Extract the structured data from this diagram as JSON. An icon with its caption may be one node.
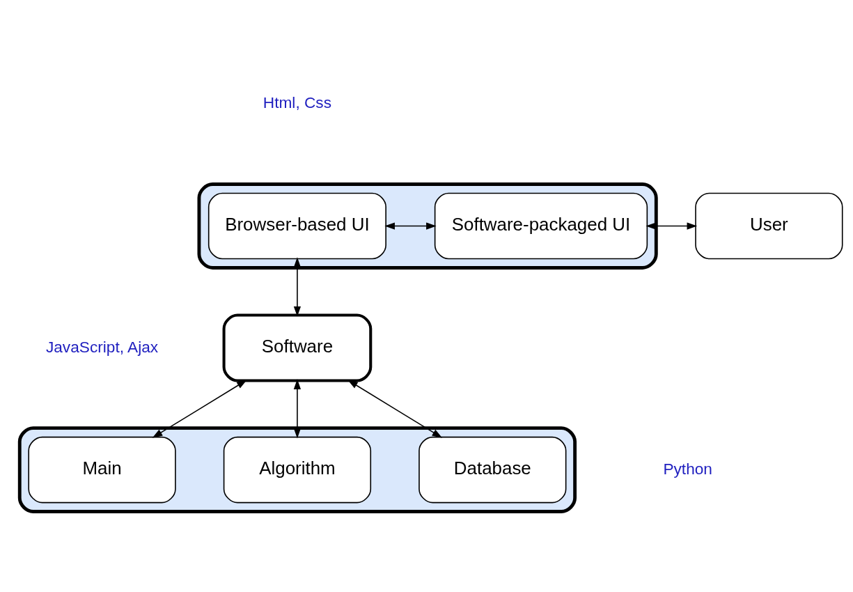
{
  "diagram": {
    "nodes": [
      {
        "text": [],
        "shape": "box"
      },
      {
        "text": [
          "Browser-based UI"
        ],
        "in": 0
      },
      {
        "text": [
          "Software-packaged UI"
        ],
        "in": 0
      },
      {
        "text": [
          "User"
        ]
      },
      {
        "text": [
          "Software"
        ]
      },
      {
        "text": [],
        "shape": "box"
      },
      {
        "text": [
          "Database"
        ],
        "in": 5
      },
      {
        "text": [
          "Algorithm"
        ],
        "in": 5
      },
      {
        "text": [
          "Main"
        ],
        "in": 5
      }
    ],
    "edges": [
      {
        "from": 1,
        "to": 2,
        "arrow": "both"
      },
      {
        "from": 2,
        "to": 3,
        "arrow": "both"
      },
      {
        "from": 1,
        "to": 4,
        "arrow": "both"
      },
      {
        "from": 4,
        "to": 6,
        "arrow": "both"
      },
      {
        "from": 4,
        "to": 7,
        "arrow": "both"
      },
      {
        "from": 4,
        "to": 8,
        "arrow": "both"
      }
    ],
    "labels": [
      "Html, Css",
      "JavaScript, Ajax",
      "Python"
    ]
  }
}
